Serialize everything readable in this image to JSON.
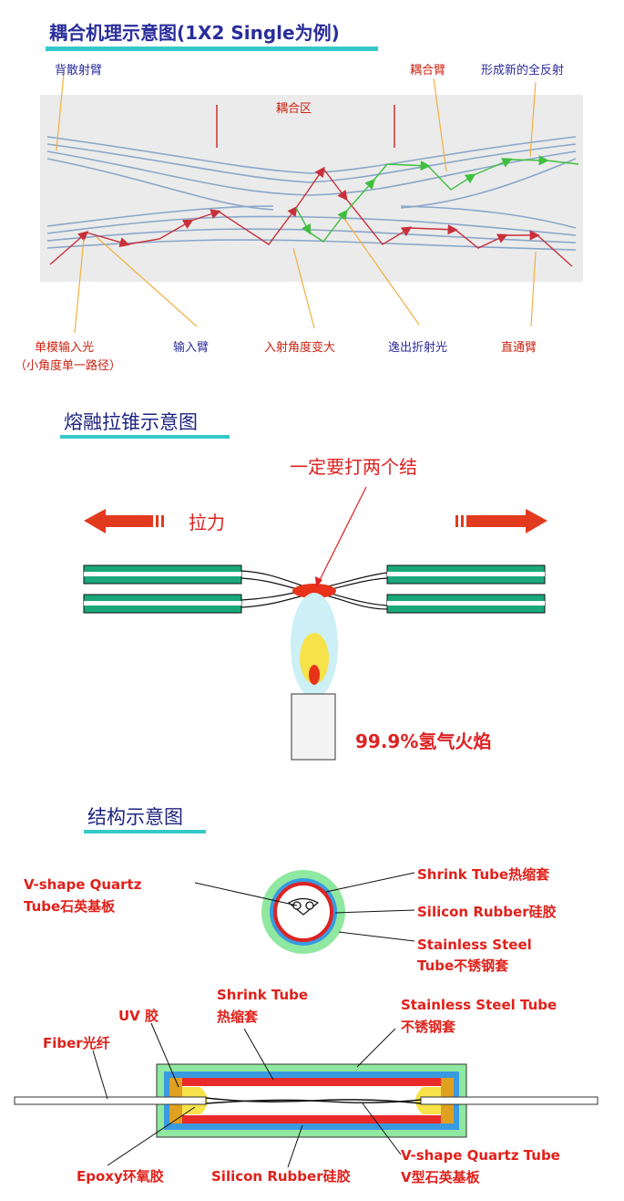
{
  "section1": {
    "title": "耦合机理示意图(1X2 Single为例)",
    "coupling_zone": "耦合区",
    "labels": {
      "back_arm": "背散射臂",
      "coupling_arm": "耦合臂",
      "new_total_reflection": "形成新的全反射",
      "single_mode_input": "单模输入光",
      "single_path_note": "（小角度单一路径）",
      "input_arm": "输入臂",
      "incidence_angle": "入射角度变大",
      "refracted_escape": "逸出折射光",
      "through_arm": "直通臂"
    }
  },
  "section2": {
    "title": "熔融拉锥示意图",
    "knot_note": "一定要打两个结",
    "pull_force": "拉力",
    "flame": "99.9%氢气火焰"
  },
  "section3": {
    "title": "结构示意图",
    "cross": {
      "vshape_line1": "V-shape Quartz",
      "vshape_line2": "Tube石英基板",
      "shrink": "Shrink Tube热缩套",
      "silicon": "Silicon Rubber硅胶",
      "stainless_line1": "Stainless Steel",
      "stainless_line2": "Tube不锈钢套"
    },
    "long": {
      "uv": "UV 胶",
      "shrink_en": "Shrink Tube",
      "shrink_cn": "热缩套",
      "stainless_en": "Stainless Steel Tube",
      "stainless_cn": "不锈钢套",
      "fiber": "Fiber光纤",
      "epoxy": "Epoxy环氧胶",
      "silicon": "Silicon Rubber硅胶",
      "vshape_en": "V-shape Quartz Tube",
      "vshape_cn": "V型石英基板"
    }
  },
  "colors": {
    "title_blue": "#2a2d9b",
    "label_red": "#e0201a",
    "fiber_green": "#1aa87a",
    "underline_cyan": "#33c9c9",
    "diagram_bg": "#ebebeb"
  }
}
